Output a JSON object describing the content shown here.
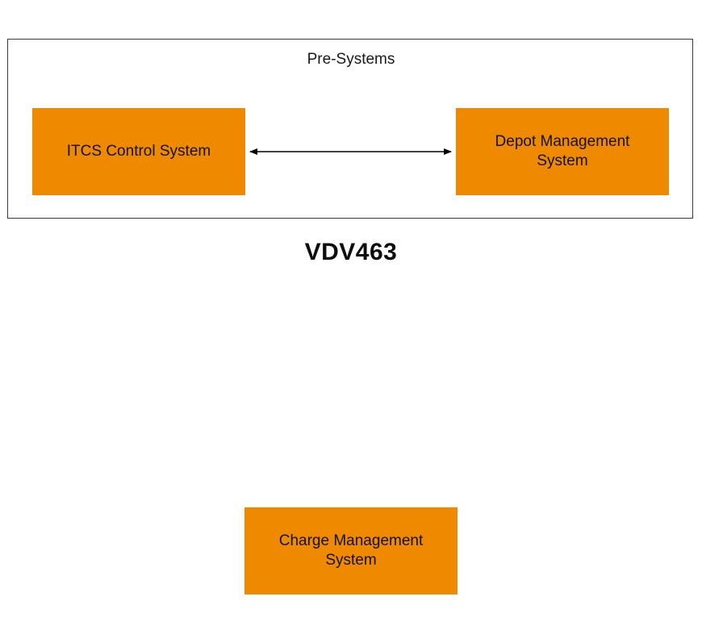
{
  "diagram": {
    "group": {
      "label": "Pre-Systems"
    },
    "nodes": {
      "itcs": "ITCS Control System",
      "depot": "Depot Management System",
      "charge": "Charge Management System"
    },
    "standard_label": "VDV463",
    "colors": {
      "node_fill": "#ef8a00",
      "frame_border": "#3a3a3a",
      "arrow": "#000000"
    },
    "edges": [
      {
        "from": "itcs",
        "to": "depot",
        "direction": "bidirectional"
      }
    ]
  }
}
